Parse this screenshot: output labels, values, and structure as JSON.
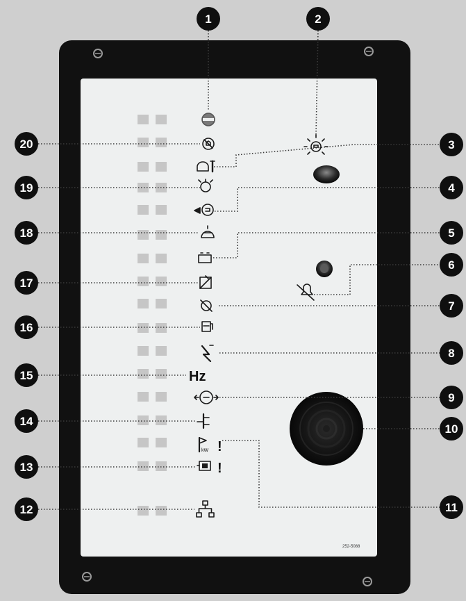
{
  "panel_code": "252-5088",
  "callouts": [
    {
      "number": "1"
    },
    {
      "number": "2"
    },
    {
      "number": "3"
    },
    {
      "number": "4"
    },
    {
      "number": "5"
    },
    {
      "number": "6"
    },
    {
      "number": "7"
    },
    {
      "number": "8"
    },
    {
      "number": "9"
    },
    {
      "number": "10"
    },
    {
      "number": "11"
    },
    {
      "number": "12"
    },
    {
      "number": "13"
    },
    {
      "number": "14"
    },
    {
      "number": "15"
    },
    {
      "number": "16"
    },
    {
      "number": "17"
    },
    {
      "number": "18"
    },
    {
      "number": "19"
    },
    {
      "number": "20"
    }
  ],
  "symbols": {
    "frequency": "Hz",
    "kw": "kW",
    "exclamation": "!"
  },
  "icons": [
    "stop-icon",
    "engine-running-icon",
    "coolant-temperature-icon",
    "engine-oil-pressure-icon",
    "engine-overspeed-icon",
    "oil-pressure-sensor-icon",
    "battery-icon",
    "charging-alternator-icon",
    "alarm-silence-icon",
    "emergency-stop-icon",
    "fuel-level-icon",
    "voltage-icon",
    "frequency-icon",
    "generator-current-icon",
    "circuit-breaker-icon",
    "power-kw-icon",
    "battery-charger-fault-icon",
    "network-icon",
    "horn-speaker-icon"
  ],
  "colors": {
    "bezel": "#111111",
    "panel": "#eef0f0",
    "callout": "#0f0f0f",
    "leader": "#3a3a3a",
    "led": "#c6c6c6"
  }
}
